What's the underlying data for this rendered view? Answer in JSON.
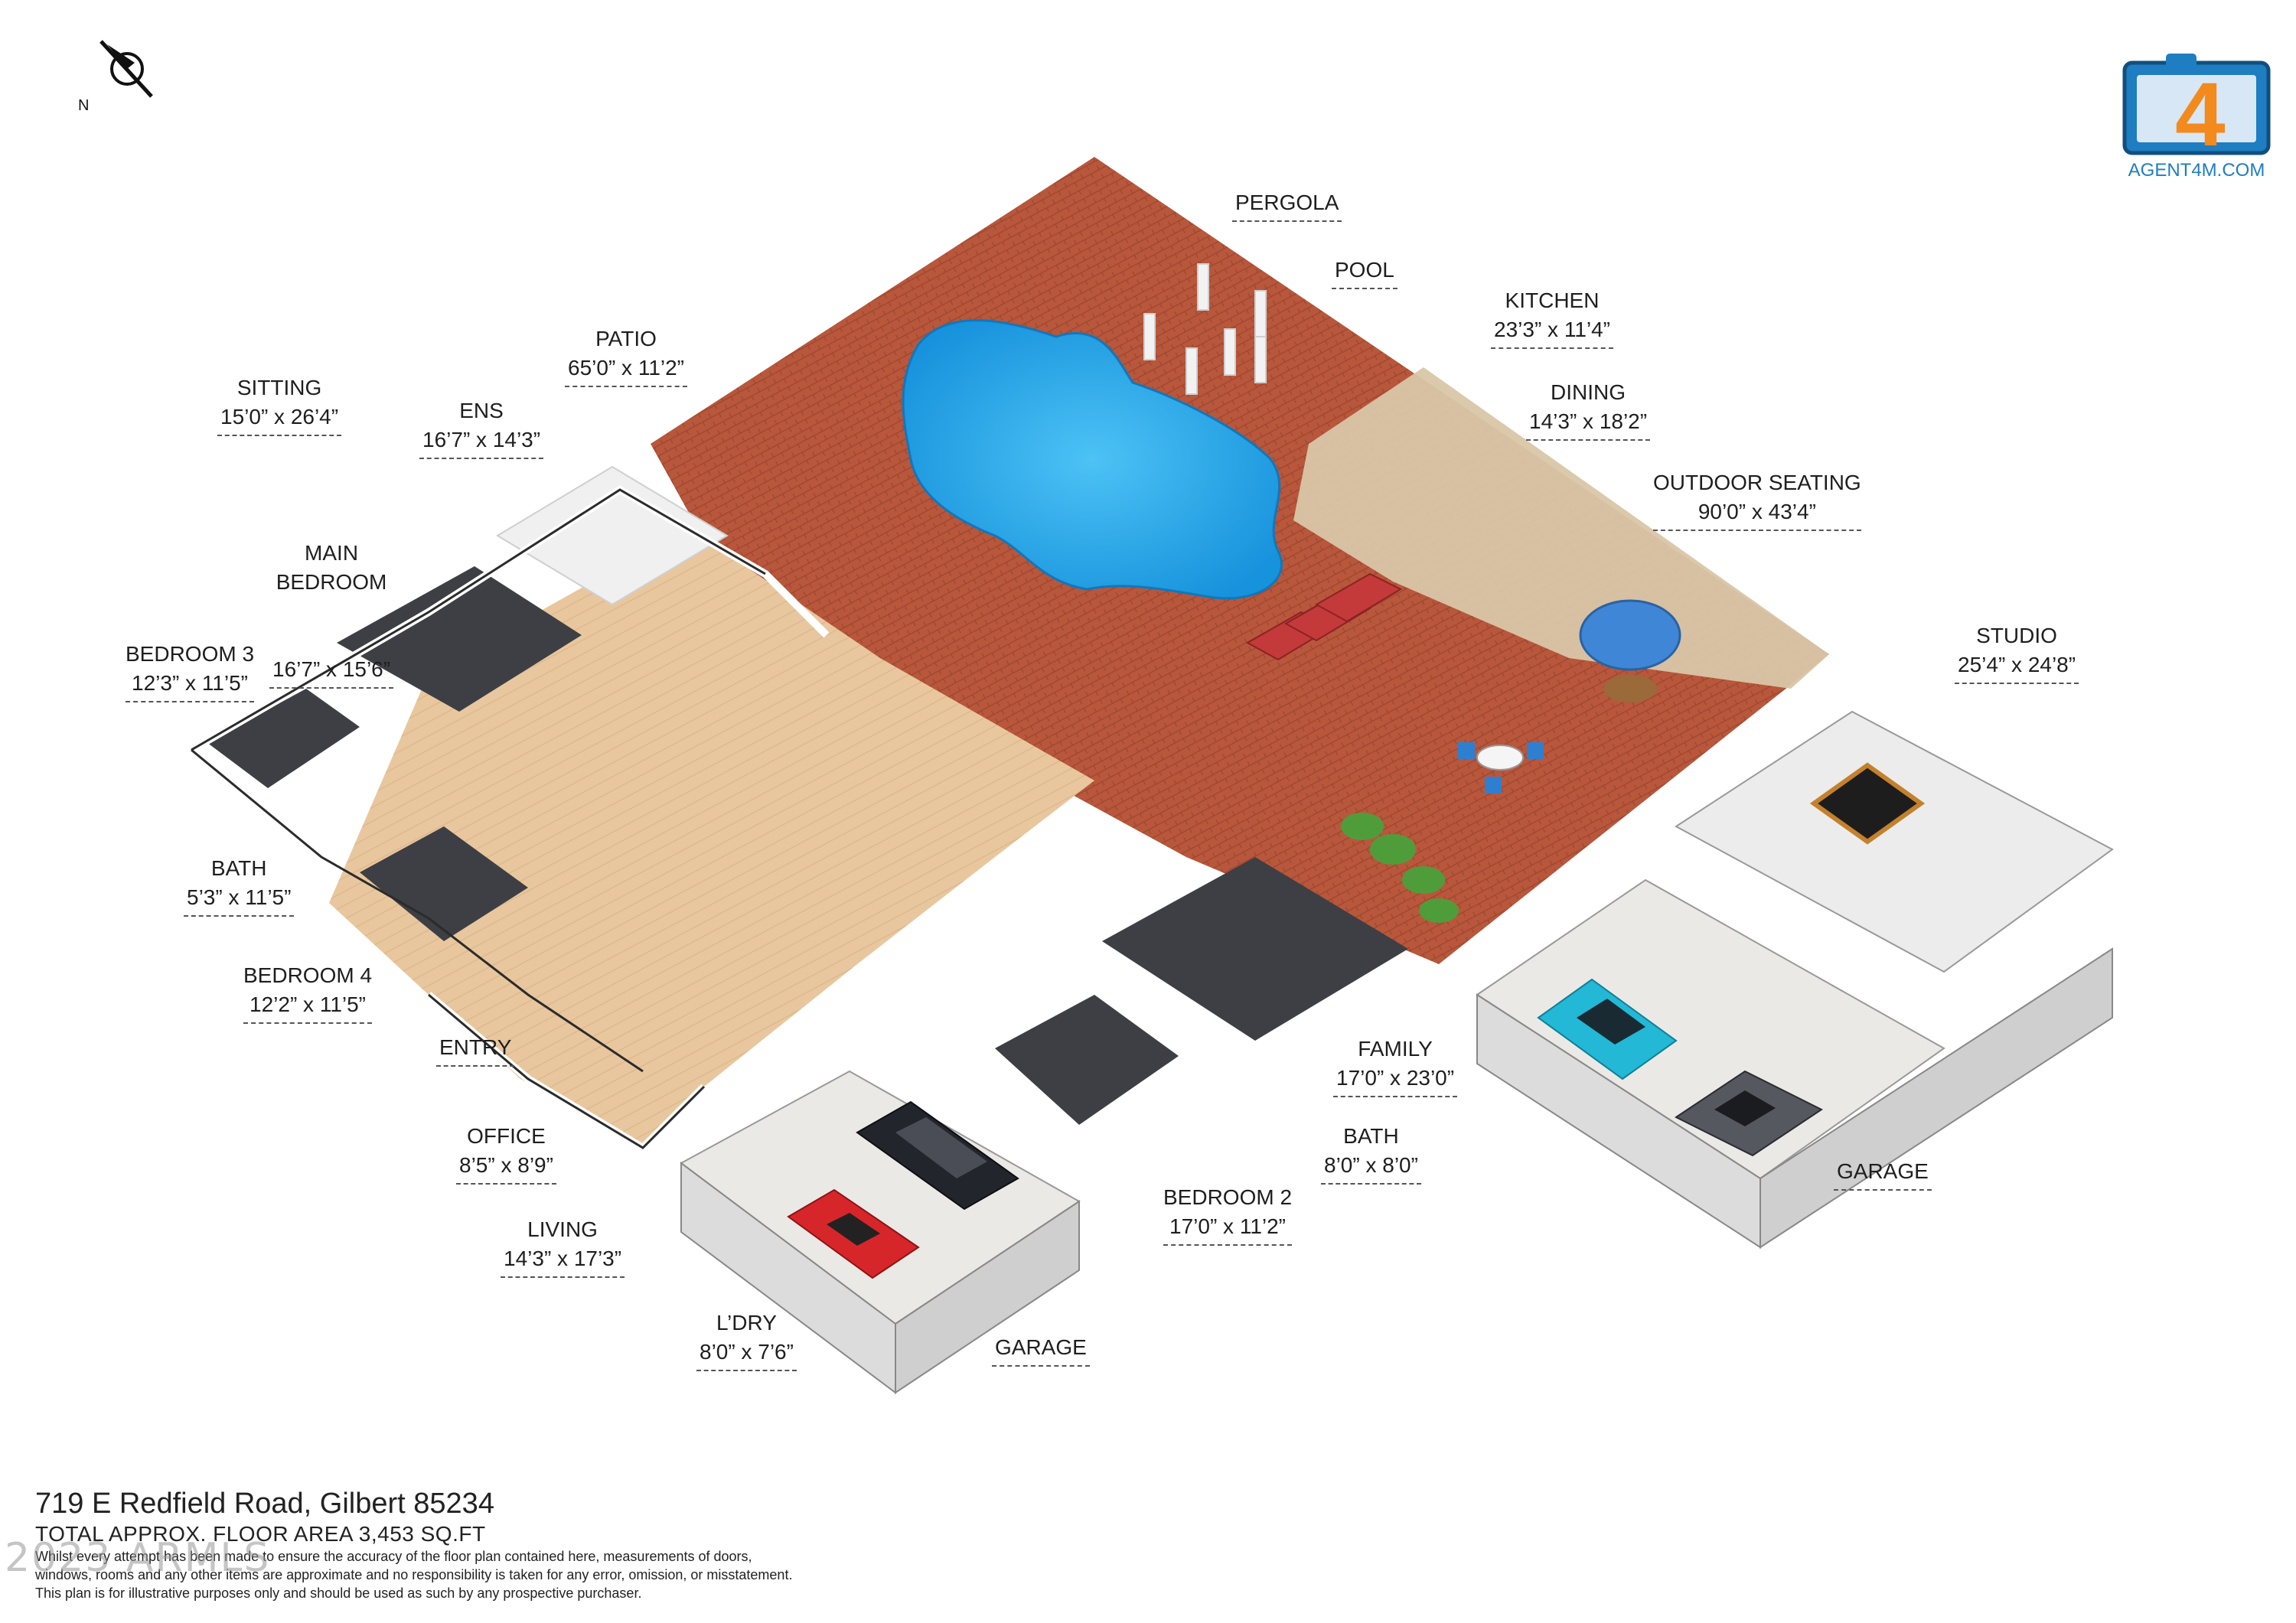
{
  "compass": {
    "letter": "N"
  },
  "logo": {
    "text": "AGENT4M.COM",
    "digit": "4",
    "colors": {
      "blue": "#1f7dc1",
      "orange": "#f28a1e"
    }
  },
  "labels": {
    "pergola": {
      "name": "PERGOLA",
      "dims": ""
    },
    "pool": {
      "name": "POOL",
      "dims": ""
    },
    "patio": {
      "name": "PATIO",
      "dims": "65’0” x 11’2”"
    },
    "sitting": {
      "name": "SITTING",
      "dims": "15’0” x 26’4”"
    },
    "ens": {
      "name": "ENS",
      "dims": "16’7” x 14’3”"
    },
    "main_bedroom": {
      "name": "MAIN\nBEDROOM",
      "dims": "16’7” x 15’6”"
    },
    "bedroom3": {
      "name": "BEDROOM 3",
      "dims": "12’3” x 11’5”"
    },
    "bath_left": {
      "name": "BATH",
      "dims": "5’3” x 11’5”"
    },
    "bedroom4": {
      "name": "BEDROOM 4",
      "dims": "12’2” x 11’5”"
    },
    "entry": {
      "name": "ENTRY",
      "dims": ""
    },
    "office": {
      "name": "OFFICE",
      "dims": "8’5” x 8’9”"
    },
    "living": {
      "name": "LIVING",
      "dims": "14’3” x 17’3”"
    },
    "laundry": {
      "name": "L’DRY",
      "dims": "8’0” x 7’6”"
    },
    "garage_main": {
      "name": "GARAGE",
      "dims": ""
    },
    "bedroom2": {
      "name": "BEDROOM 2",
      "dims": "17’0” x 11’2”"
    },
    "bath_mid": {
      "name": "BATH",
      "dims": "8’0” x 8’0”"
    },
    "family": {
      "name": "FAMILY",
      "dims": "17’0” x 23’0”"
    },
    "kitchen": {
      "name": "KITCHEN",
      "dims": "23’3” x 11’4”"
    },
    "dining": {
      "name": "DINING",
      "dims": "14’3” x 18’2”"
    },
    "outdoor": {
      "name": "OUTDOOR SEATING",
      "dims": "90’0” x 43’4”"
    },
    "studio": {
      "name": "STUDIO",
      "dims": "25’4” x 24’8”"
    },
    "garage_studio": {
      "name": "GARAGE",
      "dims": ""
    }
  },
  "footer": {
    "address": "719 E Redfield Road, Gilbert 85234",
    "area": "TOTAL APPROX. FLOOR AREA 3,453 SQ.FT",
    "disclaimer_1": "Whilst every attempt has been made to ensure the accuracy of the floor plan contained here, measurements of doors,",
    "disclaimer_2": "windows, rooms and any other items are approximate and no responsibility is taken for any error, omission, or misstatement.",
    "disclaimer_3": "This plan is for illustrative purposes only and should be used as such by any prospective purchaser."
  },
  "watermark": "2023 ARMLS",
  "colors": {
    "brick": "#b8573b",
    "pool": "#1fa0e6",
    "floor_wood": "#e9c79e",
    "carpet": "#3d3f44",
    "garage_floor": "#ebe9e6",
    "gravel": "#d9c6a8"
  }
}
